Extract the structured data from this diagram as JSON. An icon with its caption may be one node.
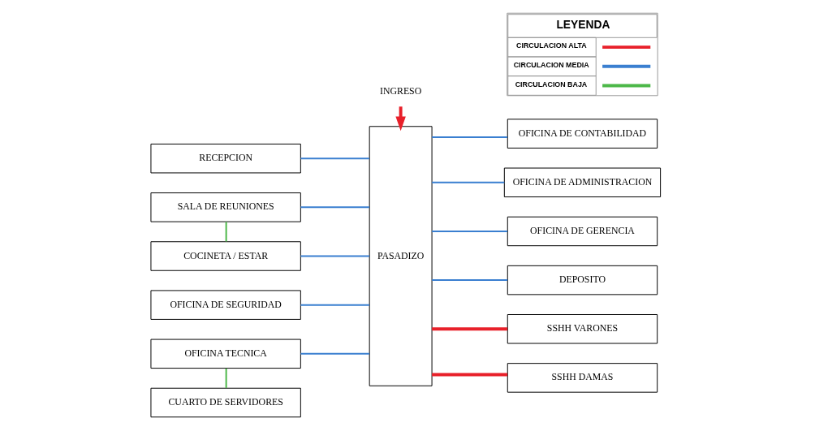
{
  "diagram": {
    "nodes": [
      {
        "text": [
          "INGRESO"
        ]
      },
      {
        "text": [
          "RECEPCION"
        ]
      },
      {
        "text": [
          "PASADIZO"
        ]
      },
      {
        "text": [
          "SALA DE REUNIONES"
        ]
      },
      {
        "text": [
          "OFICINA DE CONTABILIDAD"
        ]
      },
      {
        "text": [
          "COCINETA / ESTAR"
        ]
      },
      {
        "text": [
          "OFICINA DE ADMINISTRACION"
        ]
      },
      {
        "text": [
          "OFICINA DE SEGURIDAD"
        ]
      },
      {
        "text": [
          "OFICINA DE GERENCIA"
        ]
      },
      {
        "text": [
          "OFICINA TECNICA"
        ]
      },
      {
        "text": [
          "DEPOSITO"
        ]
      },
      {
        "text": [
          "CUARTO DE SERVIDORES"
        ]
      },
      {
        "text": [
          "SSHH VARONES"
        ]
      },
      {
        "text": [
          "SSHH DAMAS"
        ]
      }
    ],
    "edges": [
      {
        "from": 0,
        "to": 2,
        "arrow": "to",
        "style": "thick",
        "color": "#e8202a"
      },
      {
        "from": 1,
        "to": 2,
        "arrow": "none"
      },
      {
        "from": 3,
        "to": 2,
        "arrow": "none"
      },
      {
        "from": 2,
        "to": 4,
        "arrow": "none"
      },
      {
        "from": 3,
        "to": 5,
        "arrow": "none",
        "color": "#4cb848"
      },
      {
        "from": 5,
        "to": 2,
        "arrow": "none"
      },
      {
        "from": 2,
        "to": 6,
        "arrow": "none"
      },
      {
        "from": 7,
        "to": 2,
        "arrow": "none"
      },
      {
        "from": 2,
        "to": 8,
        "arrow": "none"
      },
      {
        "from": 9,
        "to": 2,
        "arrow": "none"
      },
      {
        "from": 2,
        "to": 10,
        "arrow": "none"
      },
      {
        "from": 9,
        "to": 11,
        "arrow": "none",
        "color": "#4cb848"
      },
      {
        "from": 2,
        "to": 12,
        "arrow": "none",
        "style": "thick",
        "color": "#e8202a"
      },
      {
        "from": 2,
        "to": 13,
        "arrow": "none",
        "style": "thick",
        "color": "#e8202a"
      }
    ],
    "labels": [
      "LEYENDA"
    ],
    "legend": [
      {
        "text": "CIRCULACION ALTA",
        "color": "#e8202a"
      },
      {
        "text": "CIRCULACION MEDIA",
        "color": "#3a7fd0"
      },
      {
        "text": "CIRCULACION BAJA",
        "color": "#4cb848"
      }
    ]
  }
}
